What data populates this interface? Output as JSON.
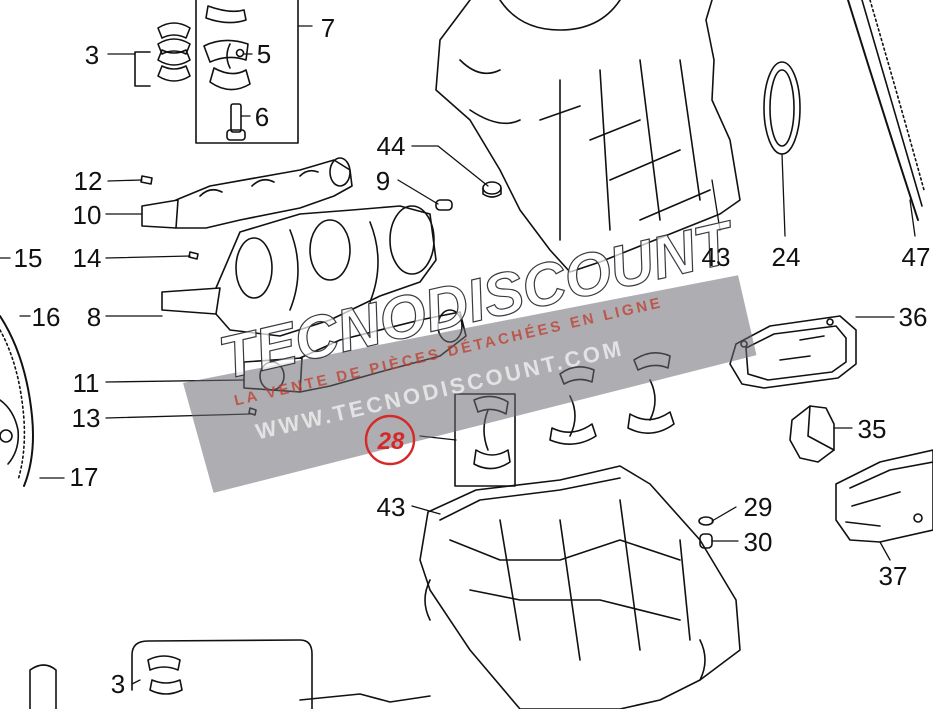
{
  "callouts": [
    {
      "id": "3a",
      "label": "3"
    },
    {
      "id": "5",
      "label": "5"
    },
    {
      "id": "7",
      "label": "7"
    },
    {
      "id": "6",
      "label": "6"
    },
    {
      "id": "12",
      "label": "12"
    },
    {
      "id": "10",
      "label": "10"
    },
    {
      "id": "14",
      "label": "14"
    },
    {
      "id": "15",
      "label": "15"
    },
    {
      "id": "16",
      "label": "16"
    },
    {
      "id": "8",
      "label": "8"
    },
    {
      "id": "11",
      "label": "11"
    },
    {
      "id": "13",
      "label": "13"
    },
    {
      "id": "17",
      "label": "17"
    },
    {
      "id": "44",
      "label": "44"
    },
    {
      "id": "9",
      "label": "9"
    },
    {
      "id": "43a",
      "label": "43"
    },
    {
      "id": "24",
      "label": "24"
    },
    {
      "id": "47",
      "label": "47"
    },
    {
      "id": "36",
      "label": "36"
    },
    {
      "id": "35",
      "label": "35"
    },
    {
      "id": "28",
      "label": "28"
    },
    {
      "id": "43b",
      "label": "43"
    },
    {
      "id": "29",
      "label": "29"
    },
    {
      "id": "30",
      "label": "30"
    },
    {
      "id": "37",
      "label": "37"
    },
    {
      "id": "3b",
      "label": "3"
    }
  ],
  "watermark": {
    "brand": "TECNODISCOUNT",
    "tagline": "LA VENTE DE PIÈCES DÉTACHÉES EN LIGNE",
    "url": "WWW.TECNODISCOUNT.COM",
    "color": "#6b6b73"
  },
  "highlight_color": "#d62828"
}
